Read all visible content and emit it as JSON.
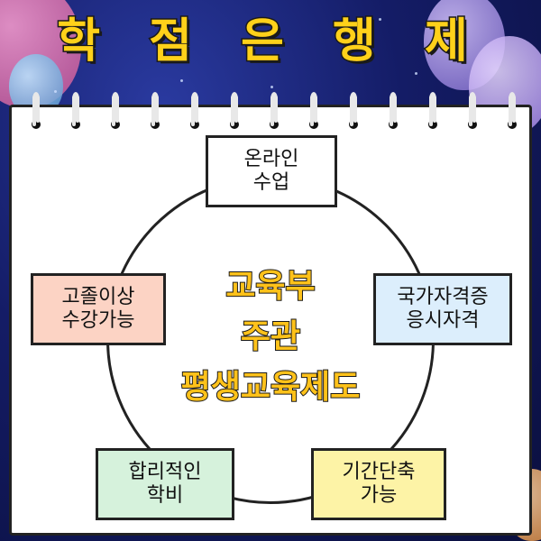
{
  "title": "학 점 은 행 제",
  "colors": {
    "background": "#141c66",
    "title_fill": "#ffd11a",
    "center_text": "#ffc21a",
    "box_white": "#ffffff",
    "box_pink": "#fcd3c4",
    "box_blue": "#dceefc",
    "box_green": "#d6f2dc",
    "box_yellow": "#fdf3a6"
  },
  "center": {
    "line1": "교육부",
    "line2": "주관",
    "line3": "평생교육제도"
  },
  "boxes": {
    "top": {
      "line1": "온라인",
      "line2": "수업"
    },
    "left": {
      "line1": "고졸이상",
      "line2": "수강가능"
    },
    "right": {
      "line1": "국가자격증",
      "line2": "응시자격"
    },
    "bottom_left": {
      "line1": "합리적인",
      "line2": "학비"
    },
    "bottom_right": {
      "line1": "기간단축",
      "line2": "가능"
    }
  }
}
